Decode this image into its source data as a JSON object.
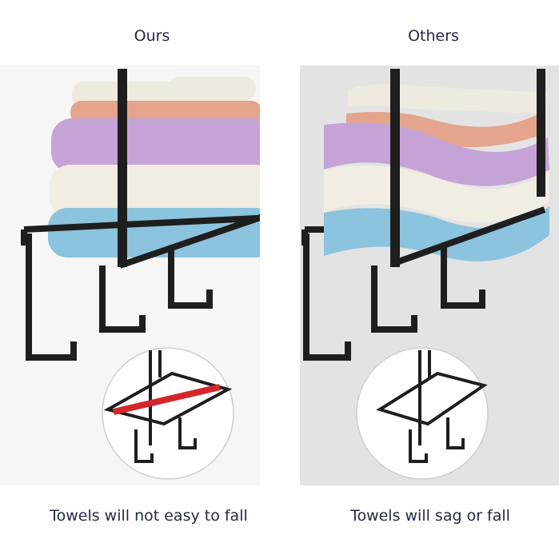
{
  "left": {
    "title": "Ours",
    "caption": "Towels will not easy to fall"
  },
  "right": {
    "title": "Others",
    "caption": "Towels will sag or fall"
  },
  "colors": {
    "text": "#1f2a44",
    "rack": "#1e1e1e",
    "highlight": "#d3262b",
    "towel_white": "#eeeae0",
    "towel_peach": "#e4a58c",
    "towel_purple": "#c6a3d6",
    "towel_cream": "#f1ede2",
    "towel_blue": "#8cc3de"
  }
}
